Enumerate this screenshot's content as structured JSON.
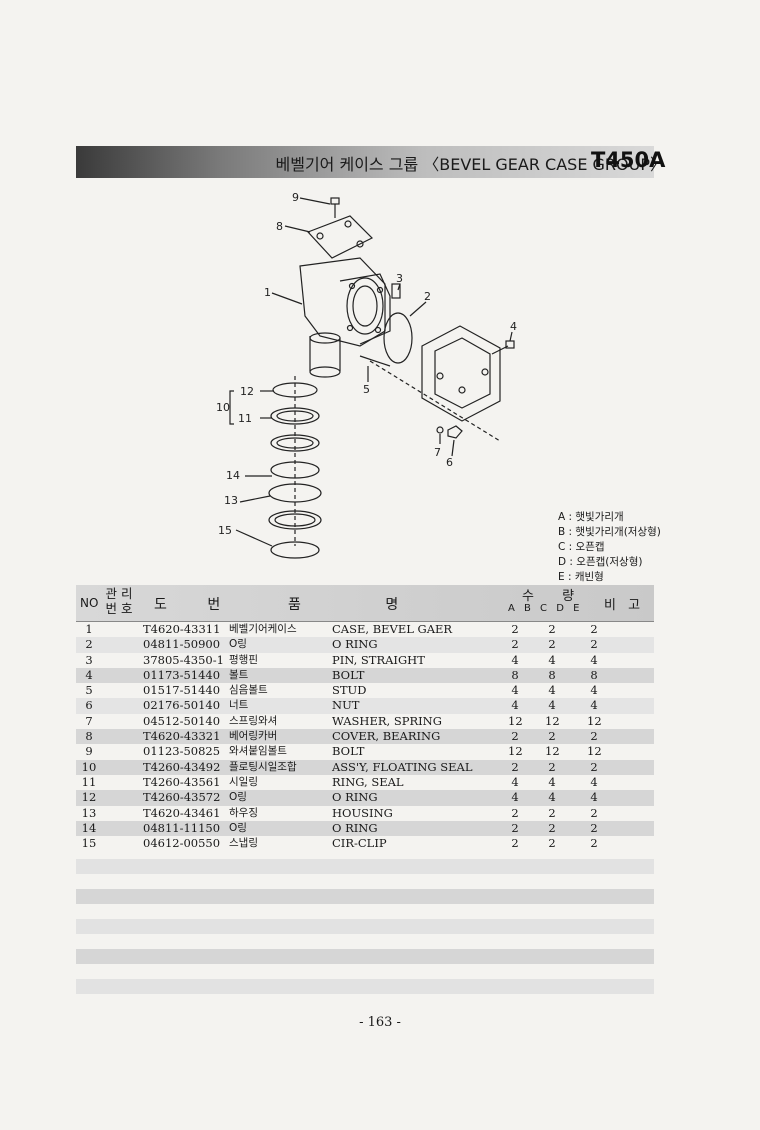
{
  "header": {
    "title": "베벨기어 케이스 그룹 〈BEVEL GEAR CASE GROUP〉",
    "model": "T450A"
  },
  "diagram": {
    "callouts": [
      "1",
      "2",
      "3",
      "4",
      "5",
      "6",
      "7",
      "8",
      "9",
      "10",
      "11",
      "12",
      "13",
      "14",
      "15"
    ]
  },
  "legend": [
    "A : 햇빛가리개",
    "B : 햇빛가리개(저상형)",
    "C : 오픈캡",
    "D : 오픈캡(저상형)",
    "E : 캐빈형"
  ],
  "table": {
    "headers": {
      "no": "NO",
      "mgmt": "관 리 번 호",
      "drawing": "도 번",
      "name": "품 명",
      "qty": "수 량",
      "cols": "A B C D E",
      "remark": "비 고"
    },
    "rows": [
      {
        "no": "1",
        "part": "T4620-43311",
        "kor": "베벨기어케이스",
        "eng": "CASE, BEVEL GAER",
        "a": "2",
        "b": "2",
        "c": "2"
      },
      {
        "no": "2",
        "part": "04811-50900",
        "kor": "O링",
        "eng": "O RING",
        "a": "2",
        "b": "2",
        "c": "2"
      },
      {
        "no": "3",
        "part": "37805-4350-1",
        "kor": "평행핀",
        "eng": "PIN, STRAIGHT",
        "a": "4",
        "b": "4",
        "c": "4"
      },
      {
        "no": "4",
        "part": "01173-51440",
        "kor": "볼트",
        "eng": "BOLT",
        "a": "8",
        "b": "8",
        "c": "8"
      },
      {
        "no": "5",
        "part": "01517-51440",
        "kor": "심음볼트",
        "eng": "STUD",
        "a": "4",
        "b": "4",
        "c": "4"
      },
      {
        "no": "6",
        "part": "02176-50140",
        "kor": "너트",
        "eng": "NUT",
        "a": "4",
        "b": "4",
        "c": "4"
      },
      {
        "no": "7",
        "part": "04512-50140",
        "kor": "스프링와셔",
        "eng": "WASHER, SPRING",
        "a": "12",
        "b": "12",
        "c": "12"
      },
      {
        "no": "8",
        "part": "T4620-43321",
        "kor": "베어링카버",
        "eng": "COVER, BEARING",
        "a": "2",
        "b": "2",
        "c": "2"
      },
      {
        "no": "9",
        "part": "01123-50825",
        "kor": "와셔붙임볼트",
        "eng": "BOLT",
        "a": "12",
        "b": "12",
        "c": "12"
      },
      {
        "no": "10",
        "part": "T4260-43492",
        "kor": "플로팅시일조합",
        "eng": "ASS'Y, FLOATING SEAL",
        "a": "2",
        "b": "2",
        "c": "2"
      },
      {
        "no": "11",
        "part": "T4260-43561",
        "kor": "시일링",
        "eng": "RING, SEAL",
        "a": "4",
        "b": "4",
        "c": "4"
      },
      {
        "no": "12",
        "part": "T4260-43572",
        "kor": "O링",
        "eng": "O RING",
        "a": "4",
        "b": "4",
        "c": "4"
      },
      {
        "no": "13",
        "part": "T4620-43461",
        "kor": "하우징",
        "eng": "HOUSING",
        "a": "2",
        "b": "2",
        "c": "2"
      },
      {
        "no": "14",
        "part": "04811-11150",
        "kor": "O링",
        "eng": "O RING",
        "a": "2",
        "b": "2",
        "c": "2"
      },
      {
        "no": "15",
        "part": "04612-00550",
        "kor": "스냅링",
        "eng": "CIR-CLIP",
        "a": "2",
        "b": "2",
        "c": "2"
      }
    ]
  },
  "page_number": "- 163 -"
}
